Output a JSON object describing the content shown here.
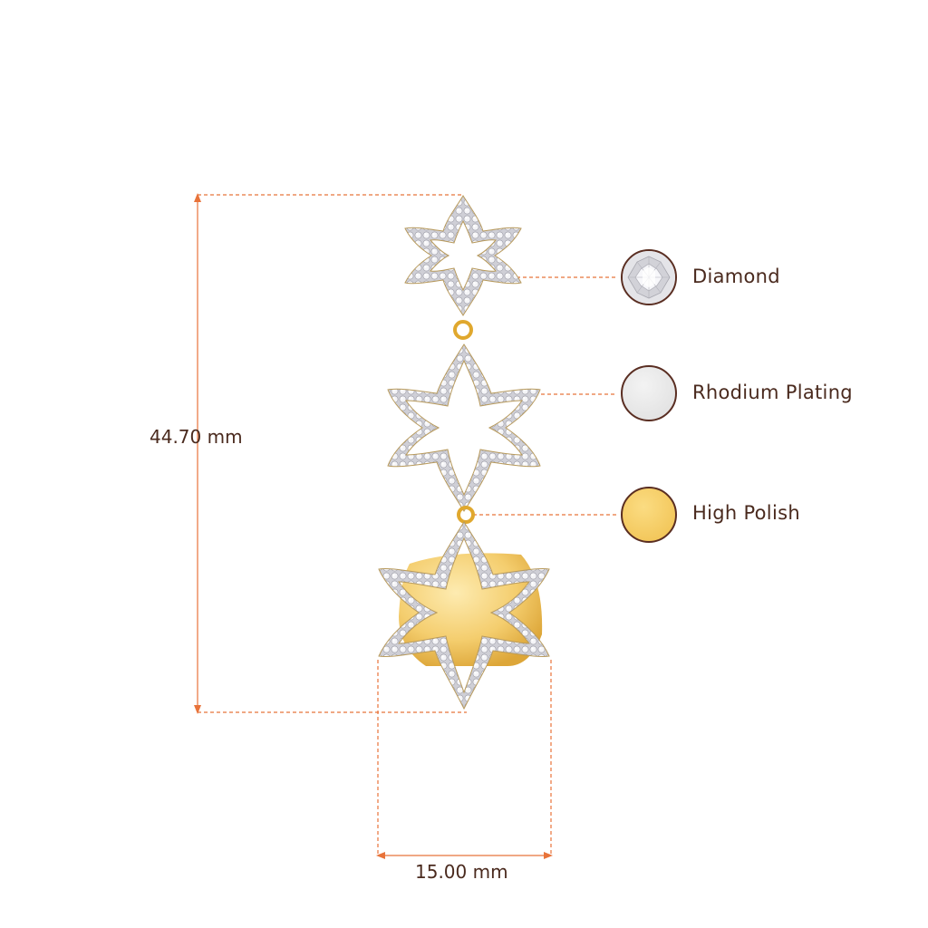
{
  "dimensions": {
    "height_label": "44.70 mm",
    "width_label": "15.00 mm"
  },
  "materials": [
    {
      "label": "Diamond",
      "swatch": "diamond-swatch",
      "color": "#d9d9d9"
    },
    {
      "label": "Rhodium Plating",
      "swatch": "rhodium-swatch",
      "color": "#e6e6e6"
    },
    {
      "label": "High Polish",
      "swatch": "gold-swatch",
      "color": "#f5cd66"
    }
  ],
  "colors": {
    "guide_line": "#e8733a",
    "label_text": "#4a2a1e",
    "swatch_border": "#5a2e22",
    "gold": "#e7b33c",
    "stone": "#e2e2e6"
  }
}
